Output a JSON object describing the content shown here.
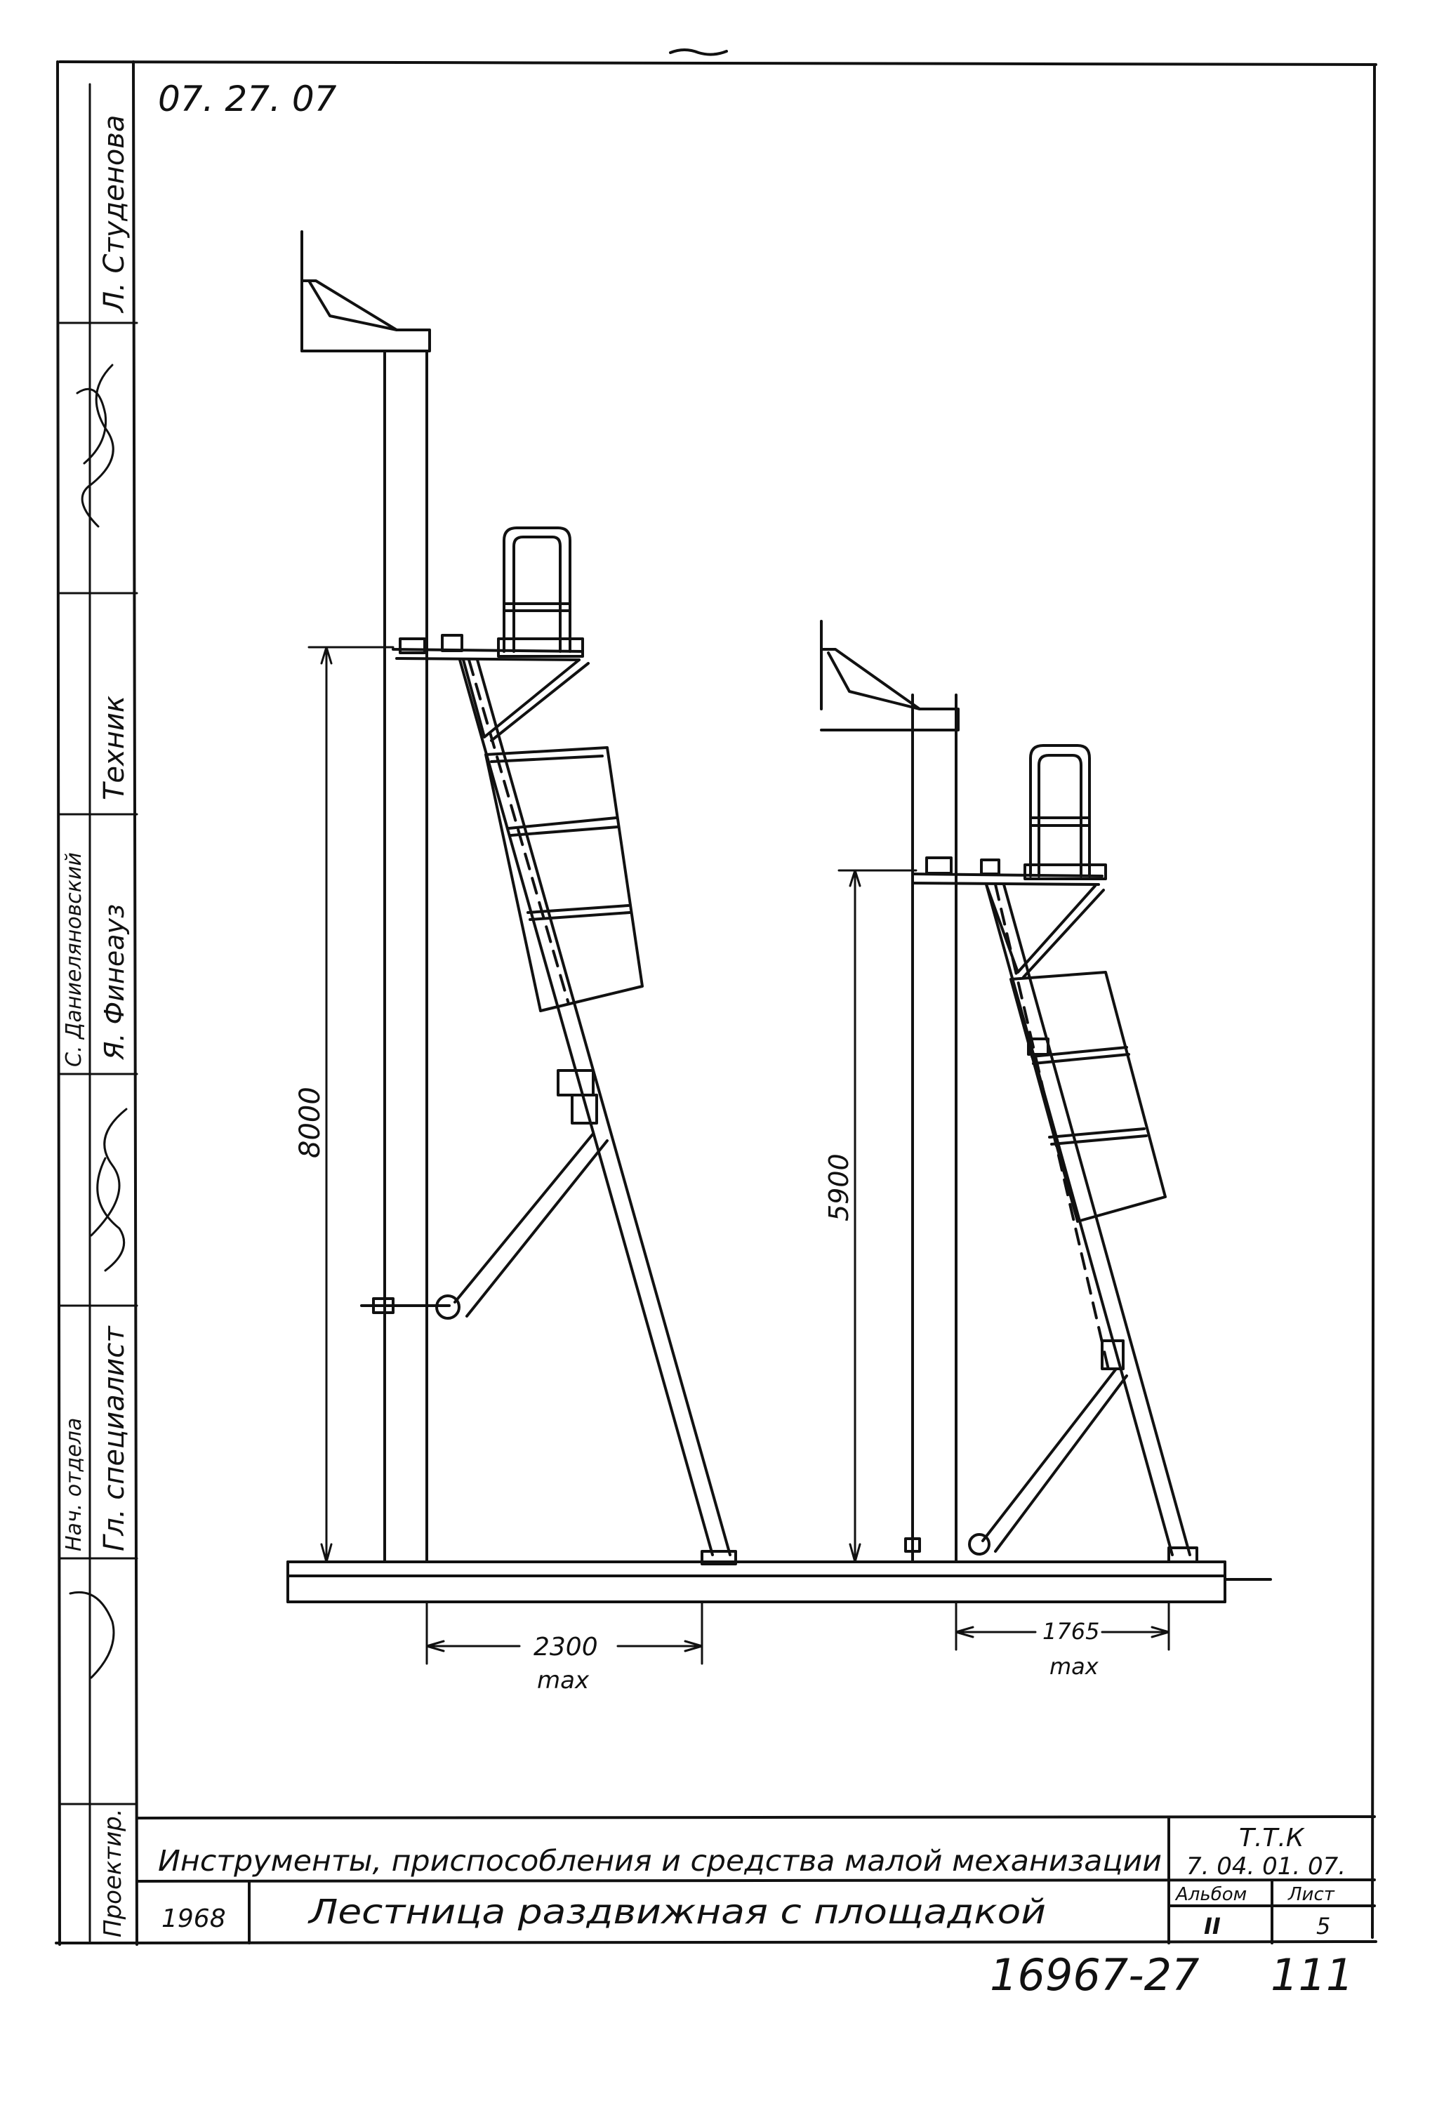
{
  "drawing": {
    "code": "07. 27. 07",
    "bottom_number": "16967-27",
    "page_number": "111"
  },
  "side_stamp": {
    "entries": [
      "Л. Студенова",
      "Техник",
      "Я. Финеауз",
      "С. Даниеляновский",
      "Гл. специалист",
      "Нач. отдела",
      "Проектир."
    ]
  },
  "dimensions": {
    "height_left": "8000",
    "height_right": "5900",
    "base_left": "2300",
    "base_left_note": "max",
    "base_right": "1765",
    "base_right_note": "max"
  },
  "title_block": {
    "subject": "Инструменты, приспособления и средства малой механизации",
    "ttk_label": "Т.Т.К",
    "ttk_code": "7. 04. 01. 07.",
    "year": "1968",
    "title": "Лестница раздвижная с площадкой",
    "album_label": "Альбом",
    "album_value": "II",
    "sheet_label": "Лист",
    "sheet_value": "5"
  }
}
